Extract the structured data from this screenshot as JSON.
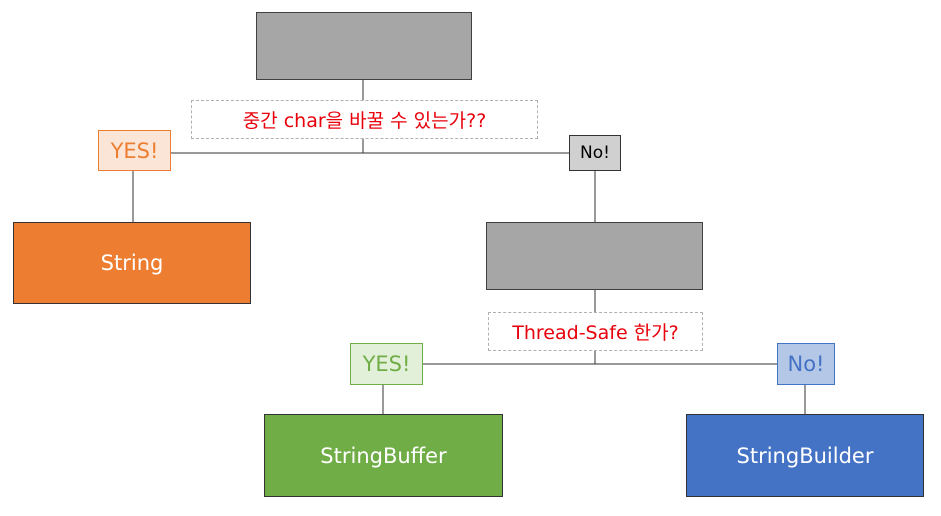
{
  "diagram": {
    "question_1": "중간 char을 바꿀 수 있는가??",
    "question_2": "Thread-Safe 한가?",
    "yes_1": "YES!",
    "no_1": "No!",
    "yes_2": "YES!",
    "no_2": "No!",
    "result_string": "String",
    "result_stringbuffer": "StringBuffer",
    "result_stringbuilder": "StringBuilder"
  },
  "colors": {
    "gray_box": "#a6a6a6",
    "string_orange": "#ed7d31",
    "buffer_green": "#70ad47",
    "builder_blue": "#4472c4",
    "question_red": "#e8000b",
    "yes1_fill": "#fbe5d6",
    "yes1_text": "#ed7d31",
    "no1_fill": "#d0d0d0",
    "yes2_fill": "#e2f0d9",
    "yes2_text": "#70ad47",
    "no2_fill": "#b4c7e7",
    "no2_text": "#4472c4"
  }
}
